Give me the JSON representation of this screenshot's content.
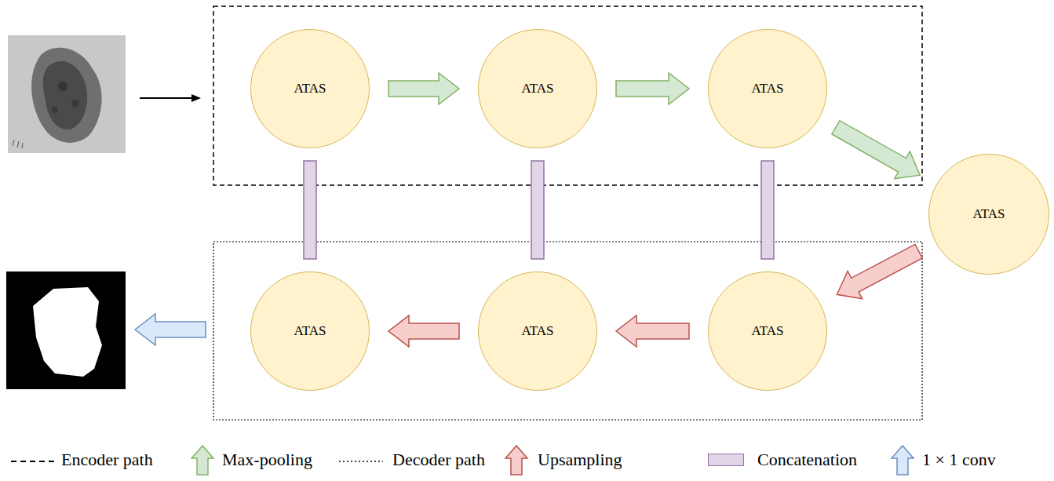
{
  "diagram": {
    "nodes": [
      {
        "text": [
          "ATAS"
        ]
      },
      {
        "text": [
          "ATAS"
        ]
      },
      {
        "text": [
          "ATAS"
        ]
      },
      {
        "text": [
          "ATAS"
        ]
      },
      {
        "text": [
          "ATAS"
        ]
      },
      {
        "text": [
          "ATAS"
        ]
      },
      {
        "text": [
          "ATAS"
        ]
      }
    ],
    "edges": [
      {
        "from": 0,
        "to": 1,
        "arrow": "to"
      },
      {
        "from": 1,
        "to": 2,
        "arrow": "to"
      },
      {
        "from": 2,
        "to": 3,
        "arrow": "to"
      },
      {
        "from": 3,
        "to": 6,
        "arrow": "to"
      },
      {
        "from": 6,
        "to": 5,
        "arrow": "to"
      },
      {
        "from": 5,
        "to": 4,
        "arrow": "to"
      },
      {
        "from": 0,
        "to": 4,
        "arrow": "none"
      },
      {
        "from": 1,
        "to": 5,
        "arrow": "none"
      },
      {
        "from": 2,
        "to": 6,
        "arrow": "none"
      }
    ],
    "legend": [
      {
        "text": "Encoder path"
      },
      {
        "text": "Max-pooling"
      },
      {
        "text": "Decoder path"
      },
      {
        "text": "Upsampling"
      },
      {
        "text": "Concatenation",
        "color": "#e1d5e7"
      },
      {
        "text": "1 × 1 conv"
      }
    ]
  }
}
